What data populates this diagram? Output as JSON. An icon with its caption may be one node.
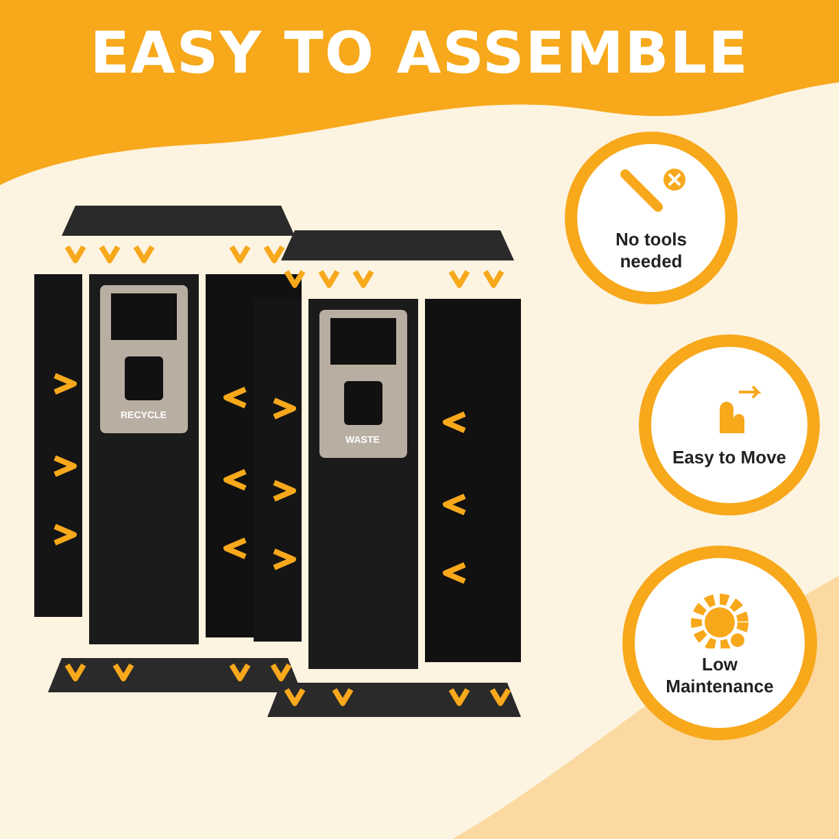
{
  "diagram": {
    "title": "EASY TO ASSEMBLE",
    "nodes": [
      {
        "text": [
          "No tools needed"
        ]
      },
      {
        "text": [
          "Easy to Move"
        ]
      },
      {
        "text": [
          "Low Maintenance"
        ]
      }
    ],
    "labels": [
      "RECYCLE",
      "WASTE"
    ]
  }
}
